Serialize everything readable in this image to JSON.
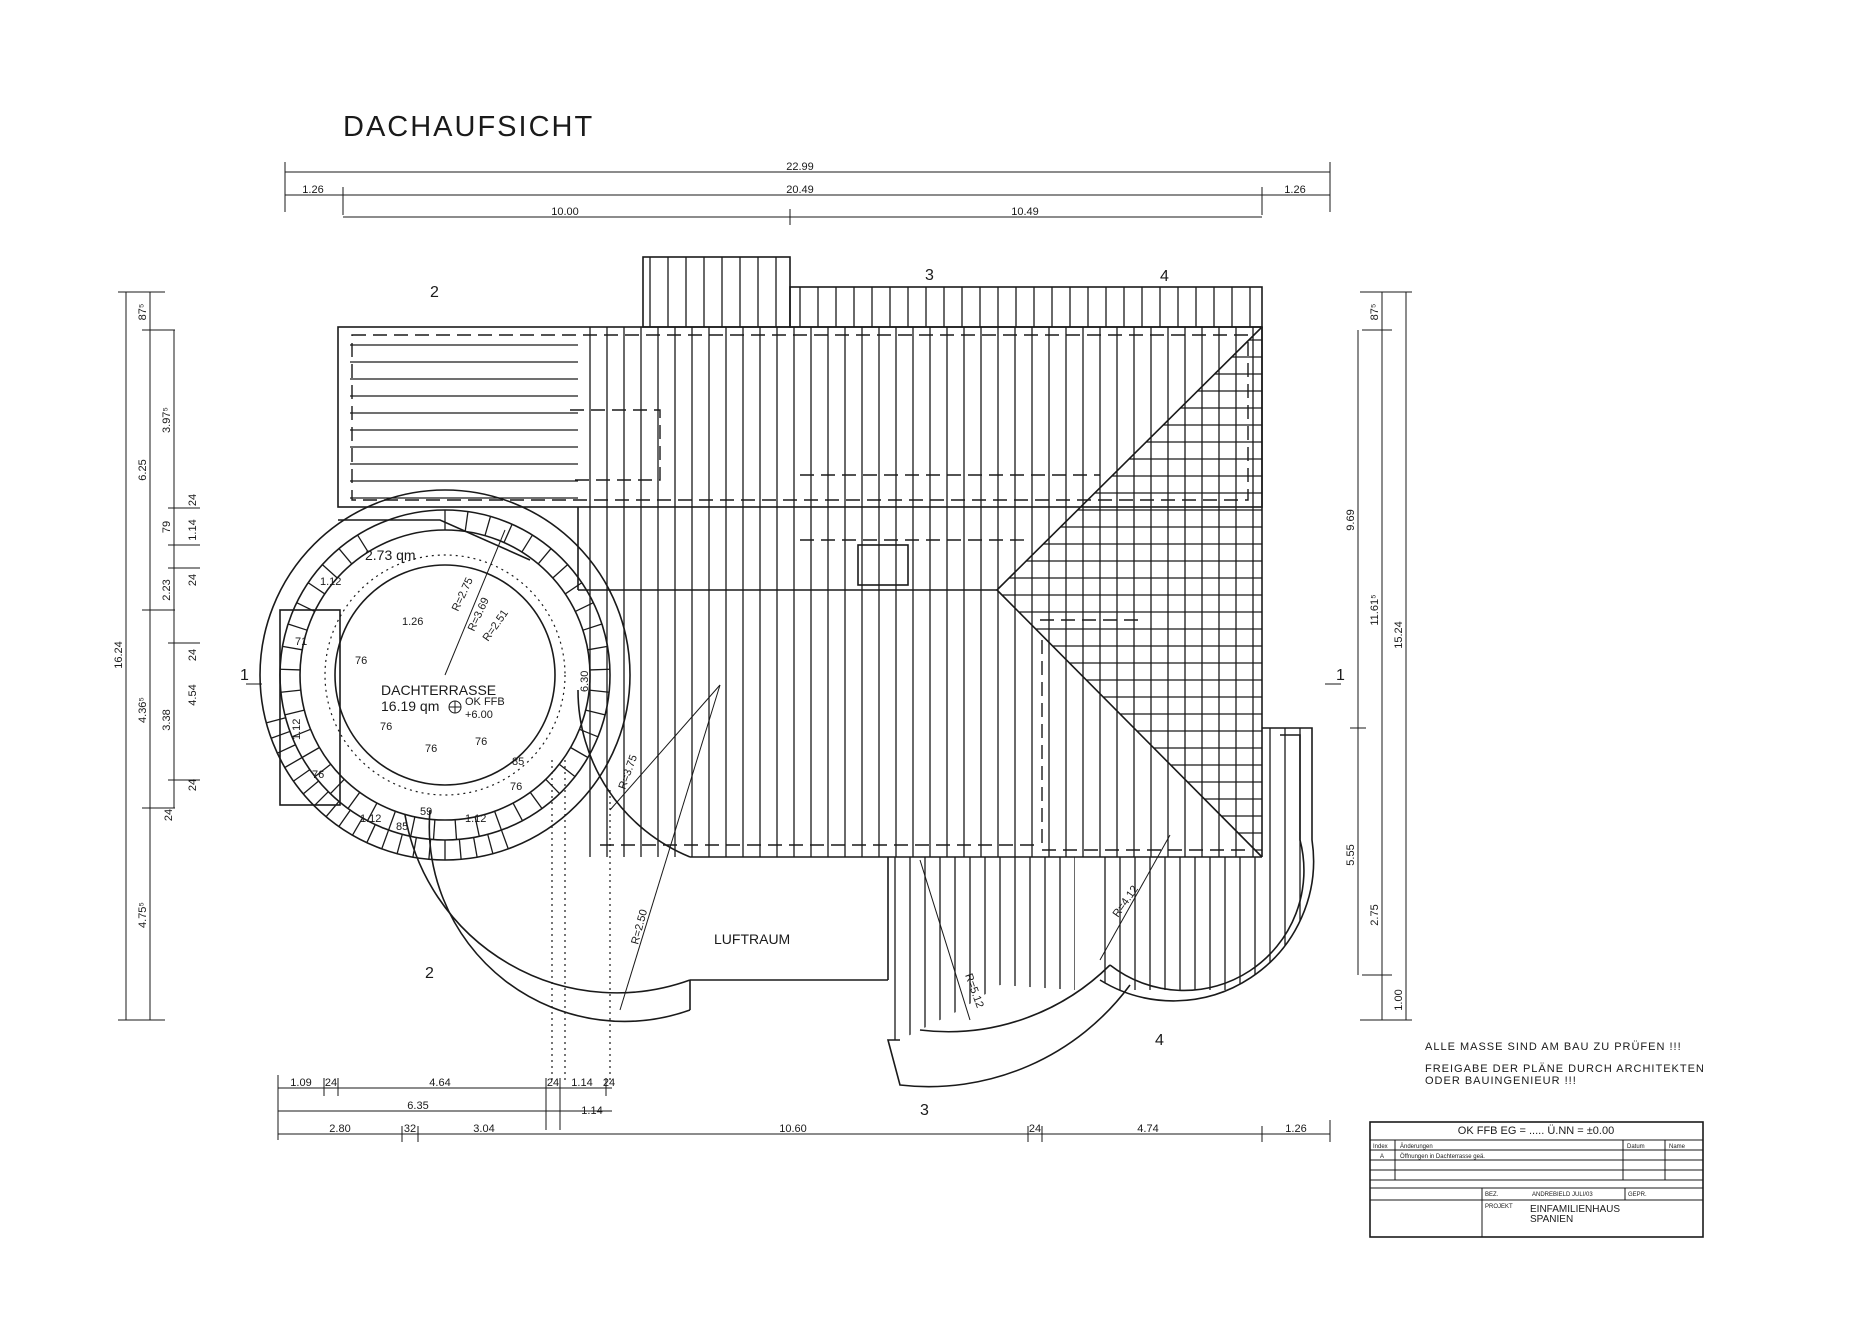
{
  "title": "DACHAUFSICHT",
  "dims_top": {
    "overall": "22.99",
    "row2": [
      "1.26",
      "20.49",
      "1.26"
    ],
    "row3": [
      "10.00",
      "10.49"
    ]
  },
  "dims_left": {
    "outer": "16.24",
    "mid": [
      "87⁵",
      "6.25",
      "4.36⁵",
      "4.75⁵"
    ],
    "inner": [
      "3.97⁵",
      "79",
      "1.14",
      "2.23",
      "4.54",
      "3.38",
      "24",
      "24",
      "24",
      "24",
      "24"
    ]
  },
  "dims_right": {
    "outer": "15.24",
    "mid": [
      "87⁵",
      "11.61⁵",
      "2.75",
      "1.00"
    ],
    "inner": [
      "9.69",
      "5.55"
    ]
  },
  "dims_bottom": {
    "row1": [
      "1.09",
      "24",
      "4.64",
      "24",
      "1.14",
      "24"
    ],
    "row2": [
      "6.35",
      "1.14"
    ],
    "row3": [
      "2.80",
      "32",
      "3.04",
      "10.60",
      "24",
      "4.74",
      "1.26"
    ]
  },
  "section_marks": [
    "1",
    "1",
    "2",
    "2",
    "3",
    "3",
    "4",
    "4"
  ],
  "labels": {
    "small_area": "2.73 qm",
    "terrace_name": "DACHTERRASSE",
    "terrace_area": "16.19 qm",
    "level_mark": "OK FFB",
    "level_value": "+6.00",
    "void": "LUFTRAUM"
  },
  "plan_dims": [
    "1.26",
    "R=2.75",
    "R=3.69",
    "R=2.51",
    "R=3.75",
    "R=2.50",
    "R=4.12",
    "R=5.12",
    "6.30",
    "76",
    "76",
    "76",
    "76",
    "76",
    "85",
    "85",
    "71",
    "1.12",
    "1.12",
    "1.12",
    "1.12",
    "59",
    "76"
  ],
  "notes": {
    "check": "ALLE MASSE SIND AM BAU ZU PRÜFEN !!!",
    "release_1": "FREIGABE DER PLÄNE DURCH ARCHITEKTEN",
    "release_2": "ODER BAUINGENIEUR !!!"
  },
  "title_block": {
    "level_row": "OK FFB EG = ..... Ü.NN = ±0.00",
    "header": [
      "Index",
      "Änderungen",
      "Datum",
      "Name"
    ],
    "change_index": "A",
    "change_text": "Öffnungen in Dachterrasse geä.",
    "drawn_label": "BEZ.",
    "drawn_value": "ANDREBIELD  JULI/03",
    "checked_label": "GEPR.",
    "project_label": "PROJEKT",
    "project_name_1": "EINFAMILIENHAUS",
    "project_name_2": "SPANIEN"
  }
}
